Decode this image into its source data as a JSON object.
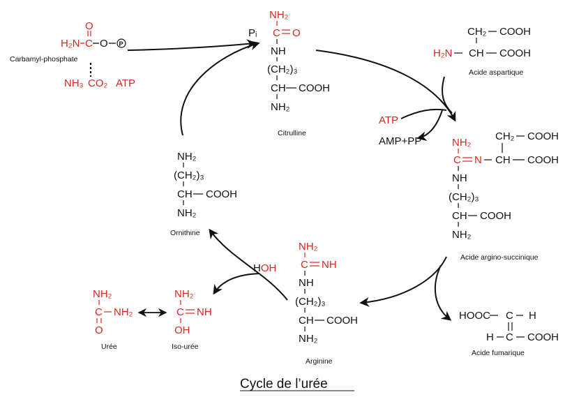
{
  "title": "Cycle de l’urée",
  "colors": {
    "red": "#d8261c",
    "black": "#111111"
  },
  "compounds": {
    "carbamyl": {
      "label": "Carbamyl-phosphate",
      "atoms": [
        "H₂N",
        "C",
        "O",
        "O",
        "P"
      ]
    },
    "precursors": {
      "items": [
        "NH₃",
        "CO₂",
        "ATP"
      ]
    },
    "pi": "Pᵢ",
    "citrulline": {
      "label": "Citrulline",
      "lines": [
        "NH₂",
        "C",
        "O",
        "NH",
        "(CH₂)₃",
        "CH",
        "COOH",
        "NH₂"
      ]
    },
    "aspartate": {
      "label": "Acide aspartique",
      "lines": [
        "CH₂",
        "COOH",
        "H₂N",
        "CH",
        "COOH"
      ]
    },
    "atp_in": "ATP",
    "amp_out": "AMP+PP",
    "argsucc": {
      "label": "Acide argino-succinique",
      "lines": [
        "NH₂",
        "C",
        "N",
        "CH",
        "CH₂",
        "COOH",
        "COOH",
        "NH",
        "(CH₂)₃",
        "CH",
        "COOH",
        "NH₂"
      ]
    },
    "fumarate": {
      "label": "Acide fumarique",
      "lines": [
        "HOOC",
        "C",
        "H",
        "H",
        "C",
        "COOH"
      ]
    },
    "arginine": {
      "label": "Arginine",
      "lines": [
        "NH₂",
        "C",
        "NH",
        "NH",
        "(CH₂)₃",
        "CH",
        "COOH",
        "NH₂"
      ]
    },
    "water": {
      "h": "H",
      "oh": "OH"
    },
    "ornithine": {
      "label": "Ornithine",
      "lines": [
        "NH₂",
        "(CH₂)₃",
        "CH",
        "COOH",
        "NH₂"
      ]
    },
    "isouree": {
      "label": "Iso-urée",
      "lines": [
        "NH₂",
        "C",
        "NH",
        "OH"
      ]
    },
    "uree": {
      "label": "Urée",
      "lines": [
        "NH₂",
        "C",
        "NH₂",
        "O"
      ]
    }
  }
}
